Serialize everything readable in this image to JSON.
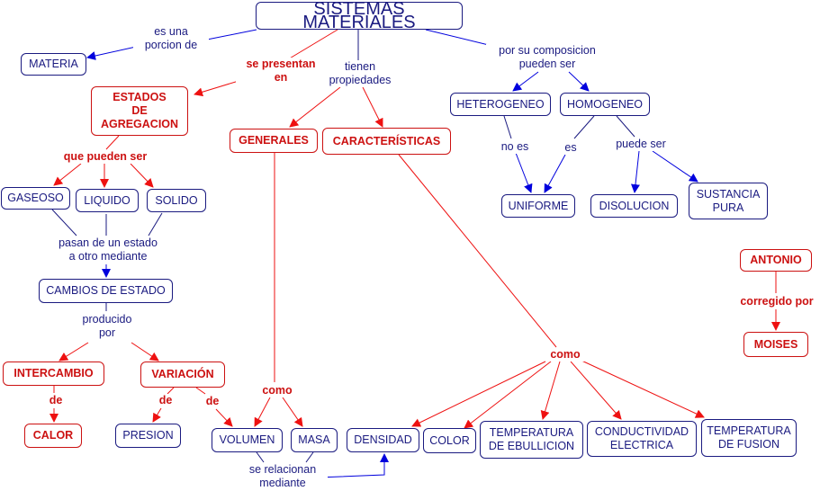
{
  "colors": {
    "blue": "#1a1a80",
    "red": "#cc1111",
    "arrow_blue": "#0000dd",
    "arrow_red": "#ee1111"
  },
  "nodes": {
    "title": "SISTEMAS MATERIALES",
    "materia": "MATERIA",
    "estados": "ESTADOS\nDE\nAGREGACION",
    "generales": "GENERALES",
    "caracteristicas": "CARACTERÍSTICAS",
    "heterogeneo": "HETEROGENEO",
    "homogeneo": "HOMOGENEO",
    "uniforme": "UNIFORME",
    "disolucion": "DISOLUCION",
    "sustancia_pura": "SUSTANCIA\nPURA",
    "gaseoso": "GASEOSO",
    "liquido": "LIQUIDO",
    "solido": "SOLIDO",
    "cambios_estado": "CAMBIOS DE ESTADO",
    "intercambio": "INTERCAMBIO",
    "variacion": "VARIACIÓN",
    "calor": "CALOR",
    "presion": "PRESION",
    "volumen": "VOLUMEN",
    "masa": "MASA",
    "densidad": "DENSIDAD",
    "color": "COLOR",
    "temp_ebullicion": "TEMPERATURA\nDE EBULLICION",
    "conductividad": "CONDUCTIVIDAD\nELECTRICA",
    "temp_fusion": "TEMPERATURA\nDE FUSION",
    "antonio": "ANTONIO",
    "moises": "MOISES"
  },
  "links": {
    "es_porcion": "es una\nporcion de",
    "se_presentan": "se presentan\nen",
    "tienen_propiedades": "tienen\npropiedades",
    "por_composicion": "por su composicion\npueden ser",
    "que_pueden_ser": "que pueden ser",
    "no_es": "no es",
    "es": "es",
    "puede_ser": "puede ser",
    "pasan_estado": "pasan de un estado\na otro mediante",
    "producido_por": "producido\npor",
    "de_calor": "de",
    "de_presion": "de",
    "de_volumen": "de",
    "como_generales": "como",
    "como_caracteristicas": "como",
    "se_relacionan": "se relacionan\nmediante",
    "corregido_por": "corregido por"
  }
}
